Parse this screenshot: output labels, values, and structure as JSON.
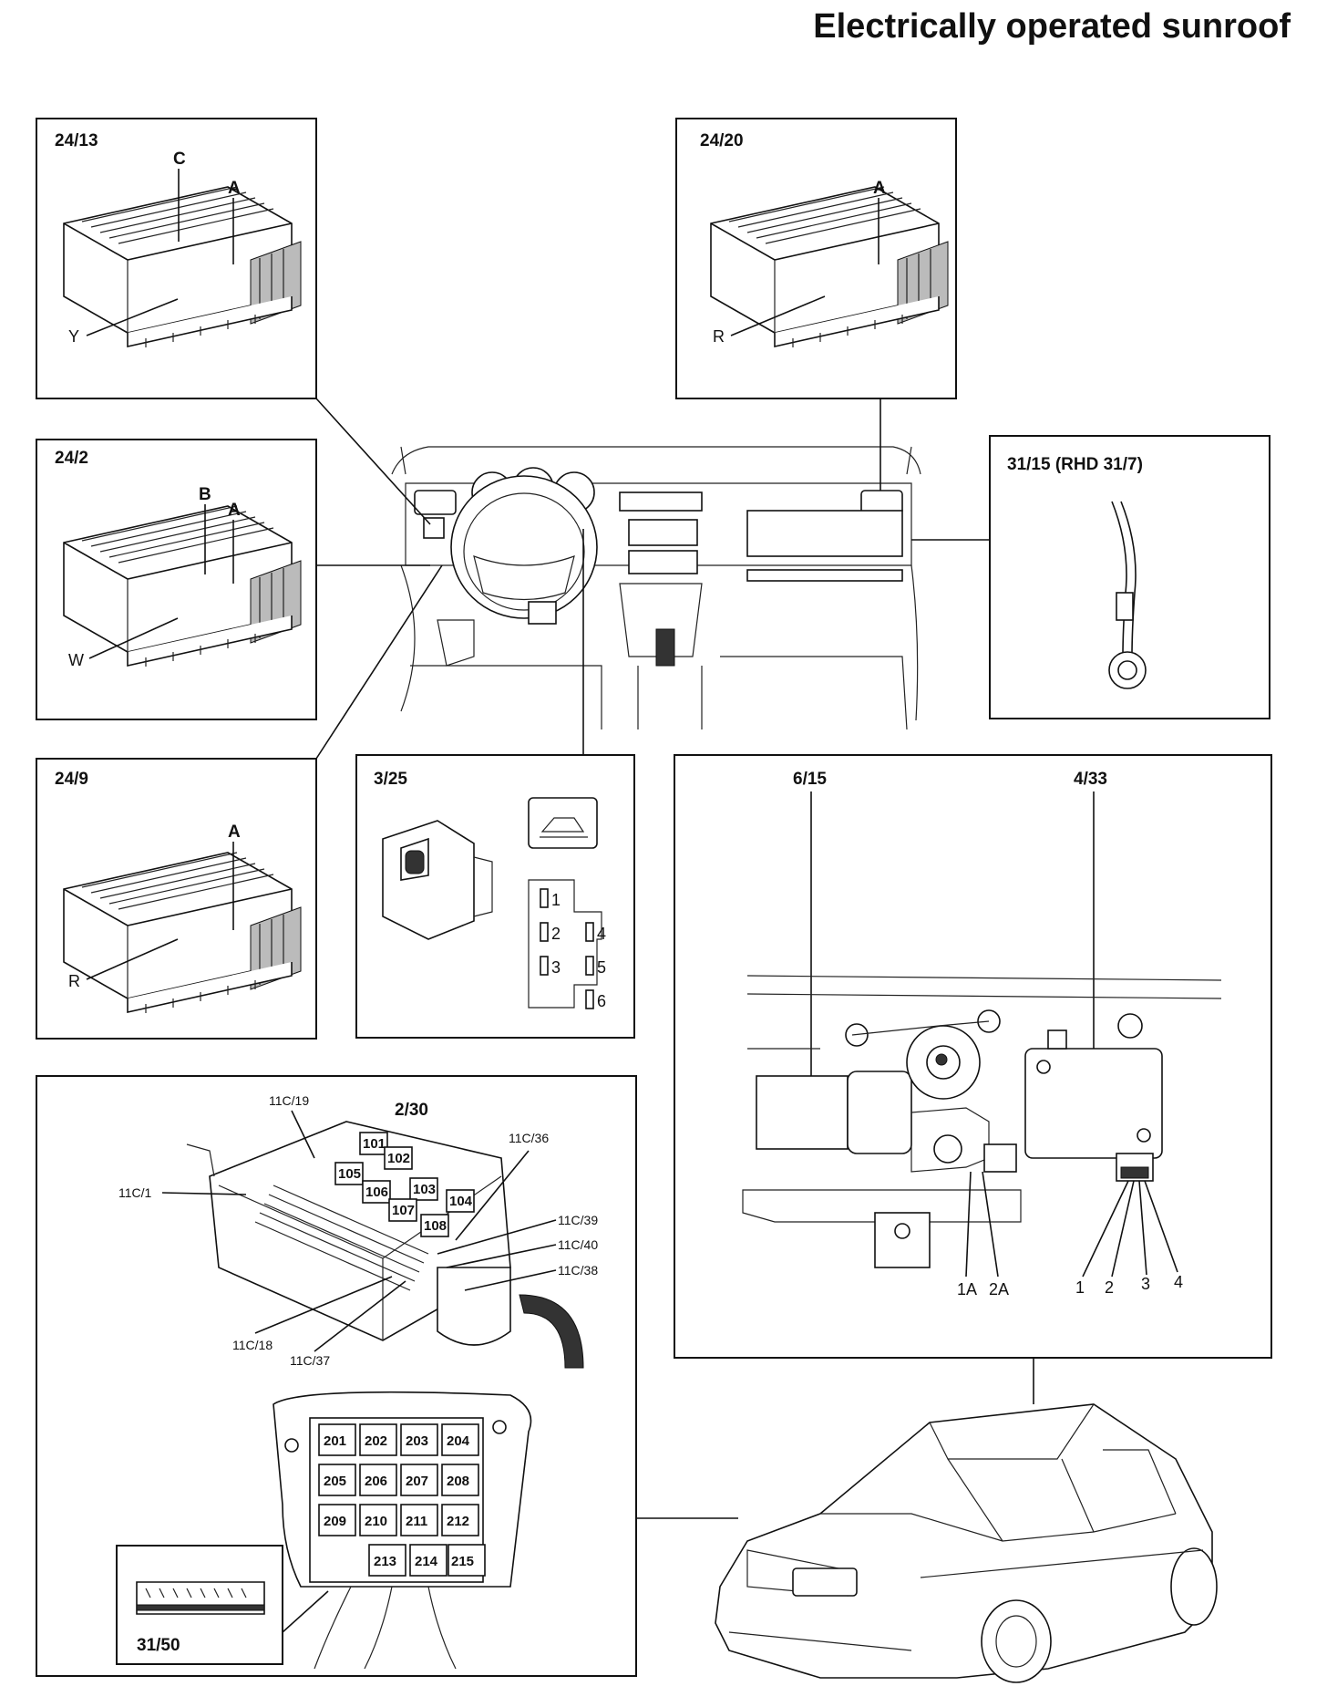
{
  "title": "Electrically operated sunroof",
  "panels": {
    "p24_13": {
      "id": "24/13",
      "callouts": {
        "c": "C",
        "a": "A",
        "y": "Y"
      }
    },
    "p24_20": {
      "id": "24/20",
      "callouts": {
        "a": "A",
        "r": "R"
      }
    },
    "p24_2": {
      "id": "24/2",
      "callouts": {
        "b": "B",
        "a": "A",
        "w": "W"
      }
    },
    "p24_9": {
      "id": "24/9",
      "callouts": {
        "a": "A",
        "r": "R"
      }
    },
    "p31_15": {
      "id": "31/15 (RHD 31/7)"
    },
    "p3_25": {
      "id": "3/25",
      "pins": [
        "1",
        "2",
        "3",
        "4",
        "5",
        "6"
      ]
    },
    "motor": {
      "id_left": "6/15",
      "id_right": "4/33",
      "terminals": [
        "1A",
        "2A",
        "1",
        "2",
        "3",
        "4"
      ]
    },
    "fusebox": {
      "id": "2/30",
      "connectors": [
        "11C/19",
        "11C/36",
        "11C/1",
        "11C/39",
        "11C/40",
        "11C/38",
        "11C/18",
        "11C/37"
      ],
      "relays": [
        "101",
        "102",
        "103",
        "104",
        "105",
        "106",
        "107",
        "108"
      ],
      "fuses": [
        "201",
        "202",
        "203",
        "204",
        "205",
        "206",
        "207",
        "208",
        "209",
        "210",
        "211",
        "212",
        "213",
        "214",
        "215"
      ],
      "inset": "31/50"
    }
  },
  "icons": {
    "connector": "connector-block-icon",
    "switch": "sunroof-switch-icon",
    "car": "sedan-car-icon",
    "ground": "ground-terminal-icon"
  }
}
